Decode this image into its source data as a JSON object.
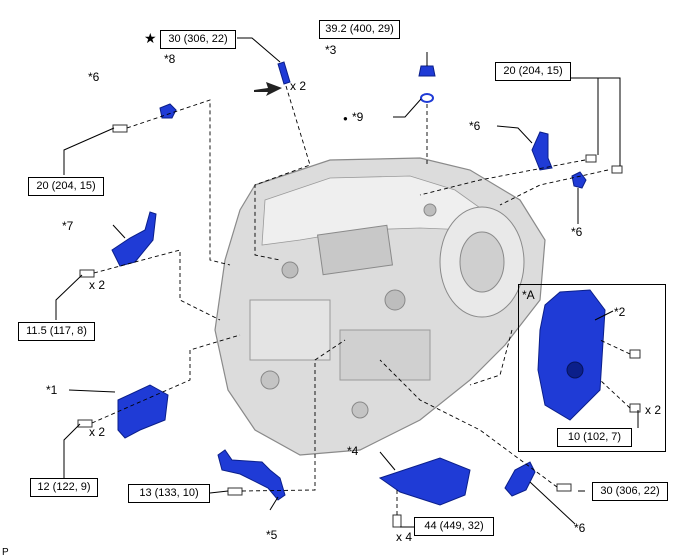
{
  "torque": {
    "t1": "30 (306, 22)",
    "t2": "39.2 (400, 29)",
    "t3": "20 (204, 15)",
    "t4": "20 (204, 15)",
    "t5": "11.5 (117, 8)",
    "t6": "12 (122, 9)",
    "t7": "13 (133, 10)",
    "t8": "44 (449, 32)",
    "t9": "30 (306, 22)",
    "t10": "10 (102, 7)"
  },
  "callouts": {
    "c8": "*8",
    "c3": "*3",
    "c9": "*9",
    "c6a": "*6",
    "c6b": "*6",
    "c6c": "*6",
    "c6d": "*6",
    "c7": "*7",
    "c1": "*1",
    "c5": "*5",
    "c4": "*4",
    "c2": "*2",
    "cA": "*A"
  },
  "qty": {
    "q1": "x 2",
    "q2": "x 2",
    "q3": "x 2",
    "q4": "x 2",
    "q5": "x 4"
  },
  "symbols": {
    "star": "★",
    "dot": "●"
  },
  "corner_mark": "P",
  "colors": {
    "part_blue": "#1f3bd6",
    "case_gray": "#d9d9d9",
    "line": "#000000"
  }
}
